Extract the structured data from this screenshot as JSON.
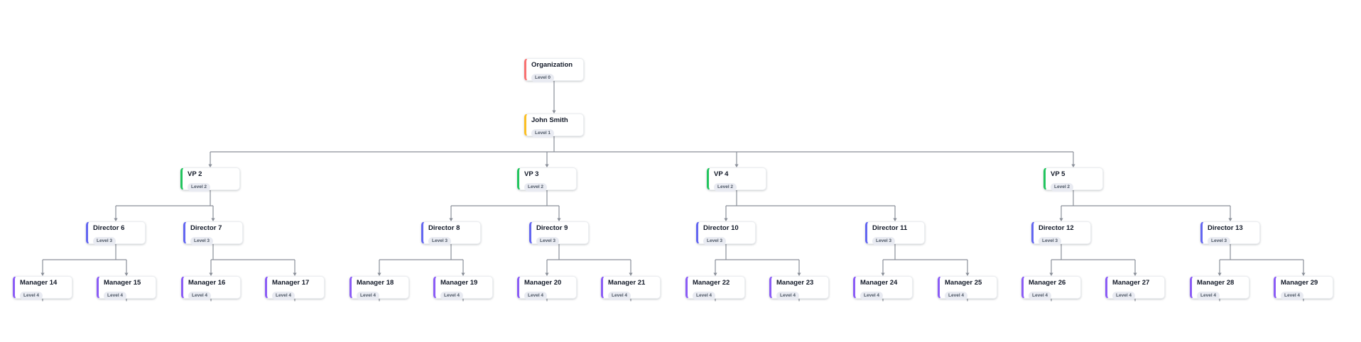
{
  "chart": {
    "type": "org-chart-tree",
    "badge_background": "#e9ebf2",
    "badge_text_color": "#4b5563",
    "connector_color": "#8a8f99",
    "canvas_background": "#ffffff",
    "levels": [
      {
        "level": 0,
        "accent_color": "#f87171"
      },
      {
        "level": 1,
        "accent_color": "#fbbf24"
      },
      {
        "level": 2,
        "accent_color": "#22c55e"
      },
      {
        "level": 3,
        "accent_color": "#6366f1"
      },
      {
        "level": 4,
        "accent_color": "#8b5cf6"
      }
    ],
    "nodes": [
      {
        "id": "org",
        "name": "Organization",
        "badge": "Level 0",
        "level": 0,
        "parent": null
      },
      {
        "id": "js",
        "name": "John Smith",
        "badge": "Level 1",
        "level": 1,
        "parent": "org"
      },
      {
        "id": "vp2",
        "name": "VP 2",
        "badge": "Level 2",
        "level": 2,
        "parent": "js"
      },
      {
        "id": "vp3",
        "name": "VP 3",
        "badge": "Level 2",
        "level": 2,
        "parent": "js"
      },
      {
        "id": "vp4",
        "name": "VP 4",
        "badge": "Level 2",
        "level": 2,
        "parent": "js"
      },
      {
        "id": "vp5",
        "name": "VP 5",
        "badge": "Level 2",
        "level": 2,
        "parent": "js"
      },
      {
        "id": "d6",
        "name": "Director 6",
        "badge": "Level 3",
        "level": 3,
        "parent": "vp2"
      },
      {
        "id": "d7",
        "name": "Director 7",
        "badge": "Level 3",
        "level": 3,
        "parent": "vp2"
      },
      {
        "id": "d8",
        "name": "Director 8",
        "badge": "Level 3",
        "level": 3,
        "parent": "vp3"
      },
      {
        "id": "d9",
        "name": "Director 9",
        "badge": "Level 3",
        "level": 3,
        "parent": "vp3"
      },
      {
        "id": "d10",
        "name": "Director 10",
        "badge": "Level 3",
        "level": 3,
        "parent": "vp4"
      },
      {
        "id": "d11",
        "name": "Director 11",
        "badge": "Level 3",
        "level": 3,
        "parent": "vp4"
      },
      {
        "id": "d12",
        "name": "Director 12",
        "badge": "Level 3",
        "level": 3,
        "parent": "vp5"
      },
      {
        "id": "d13",
        "name": "Director 13",
        "badge": "Level 3",
        "level": 3,
        "parent": "vp5"
      },
      {
        "id": "m14",
        "name": "Manager 14",
        "badge": "Level 4",
        "level": 4,
        "parent": "d6"
      },
      {
        "id": "m15",
        "name": "Manager 15",
        "badge": "Level 4",
        "level": 4,
        "parent": "d6"
      },
      {
        "id": "m16",
        "name": "Manager 16",
        "badge": "Level 4",
        "level": 4,
        "parent": "d7"
      },
      {
        "id": "m17",
        "name": "Manager 17",
        "badge": "Level 4",
        "level": 4,
        "parent": "d7"
      },
      {
        "id": "m18",
        "name": "Manager 18",
        "badge": "Level 4",
        "level": 4,
        "parent": "d8"
      },
      {
        "id": "m19",
        "name": "Manager 19",
        "badge": "Level 4",
        "level": 4,
        "parent": "d8"
      },
      {
        "id": "m20",
        "name": "Manager 20",
        "badge": "Level 4",
        "level": 4,
        "parent": "d9"
      },
      {
        "id": "m21",
        "name": "Manager 21",
        "badge": "Level 4",
        "level": 4,
        "parent": "d9"
      },
      {
        "id": "m22",
        "name": "Manager 22",
        "badge": "Level 4",
        "level": 4,
        "parent": "d10"
      },
      {
        "id": "m23",
        "name": "Manager 23",
        "badge": "Level 4",
        "level": 4,
        "parent": "d10"
      },
      {
        "id": "m24",
        "name": "Manager 24",
        "badge": "Level 4",
        "level": 4,
        "parent": "d11"
      },
      {
        "id": "m25",
        "name": "Manager 25",
        "badge": "Level 4",
        "level": 4,
        "parent": "d11"
      },
      {
        "id": "m26",
        "name": "Manager 26",
        "badge": "Level 4",
        "level": 4,
        "parent": "d12"
      },
      {
        "id": "m27",
        "name": "Manager 27",
        "badge": "Level 4",
        "level": 4,
        "parent": "d12"
      },
      {
        "id": "m28",
        "name": "Manager 28",
        "badge": "Level 4",
        "level": 4,
        "parent": "d13"
      },
      {
        "id": "m29",
        "name": "Manager 29",
        "badge": "Level 4",
        "level": 4,
        "parent": "d13"
      }
    ]
  }
}
